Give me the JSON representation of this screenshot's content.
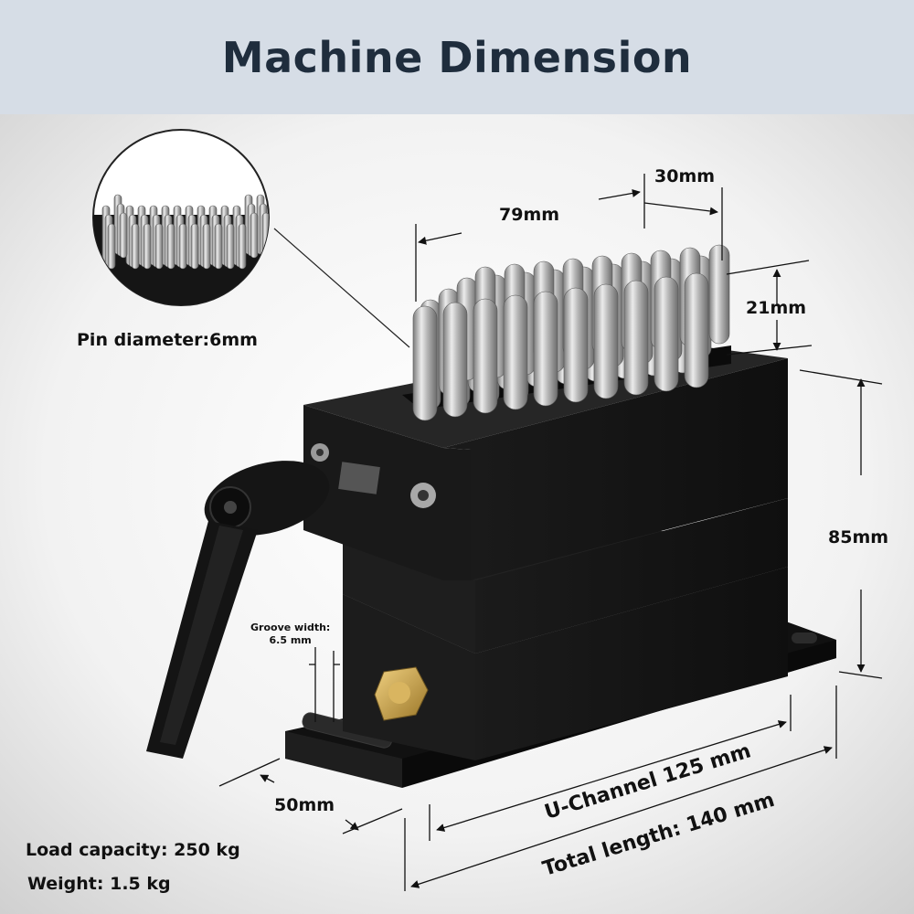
{
  "header": {
    "title": "Machine Dimension"
  },
  "dimensions": {
    "pin_block_width": "30mm",
    "pin_block_length": "79mm",
    "pin_height": "21mm",
    "block_height": "85mm",
    "base_depth": "50mm",
    "u_channel": "U-Channel 125 mm",
    "total_length": "Total length: 140 mm"
  },
  "groove": {
    "label": "Groove width:",
    "value": "6.5 mm"
  },
  "pin": {
    "diameter": "Pin diameter:6mm"
  },
  "specs": {
    "load_capacity": "Load capacity: 250 kg",
    "weight": "Weight: 1.5 kg"
  },
  "colors": {
    "banner": "#d6dde6",
    "title": "#1f2d3d",
    "metal_black": "#161616",
    "pin_silver": "#c9c9c9",
    "brass": "#c8a24a"
  },
  "icons": [
    "handle-lever-icon",
    "hex-bolt-icon",
    "socket-screw-icon"
  ]
}
